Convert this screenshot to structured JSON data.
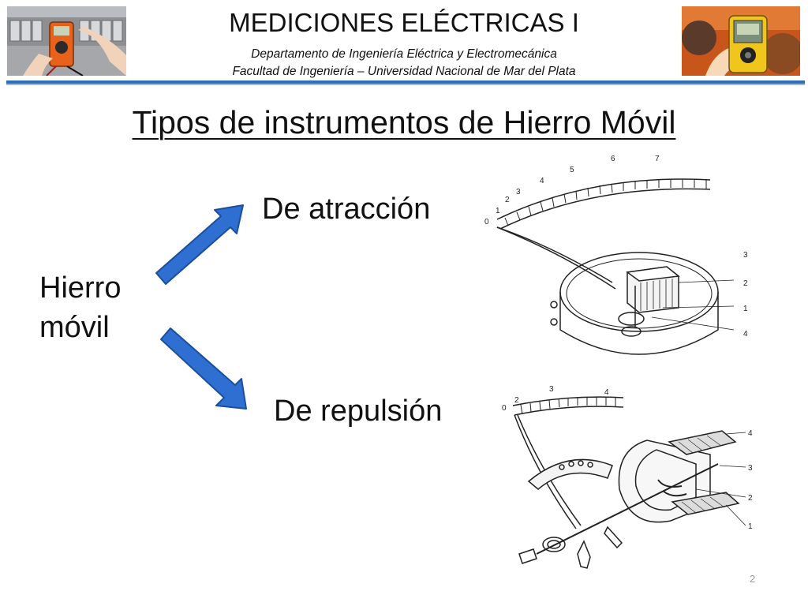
{
  "header": {
    "title": "MEDICIONES ELÉCTRICAS I",
    "department": "Departamento de Ingeniería Eléctrica y Electromecánica",
    "faculty": "Facultad de Ingeniería – Universidad Nacional de Mar del Plata"
  },
  "slide": {
    "title": "Tipos de instrumentos de Hierro Móvil",
    "main_label_line1": "Hierro",
    "main_label_line2": "móvil",
    "branch_top": "De atracción",
    "branch_bottom": "De repulsión",
    "page_number": "2"
  },
  "drawings": {
    "attraction": {
      "scale_numbers": [
        "0",
        "1",
        "2",
        "3",
        "4",
        "5",
        "6",
        "7"
      ],
      "callouts": [
        "3",
        "2",
        "1",
        "4"
      ]
    },
    "repulsion": {
      "scale_numbers": [
        "0",
        "2",
        "3",
        "4"
      ],
      "callouts": [
        "4",
        "3",
        "2",
        "1"
      ]
    }
  },
  "colors": {
    "arrow_fill": "#2f6fd1",
    "arrow_stroke": "#1a4f9c",
    "header_rule": "#2f6fb5"
  }
}
